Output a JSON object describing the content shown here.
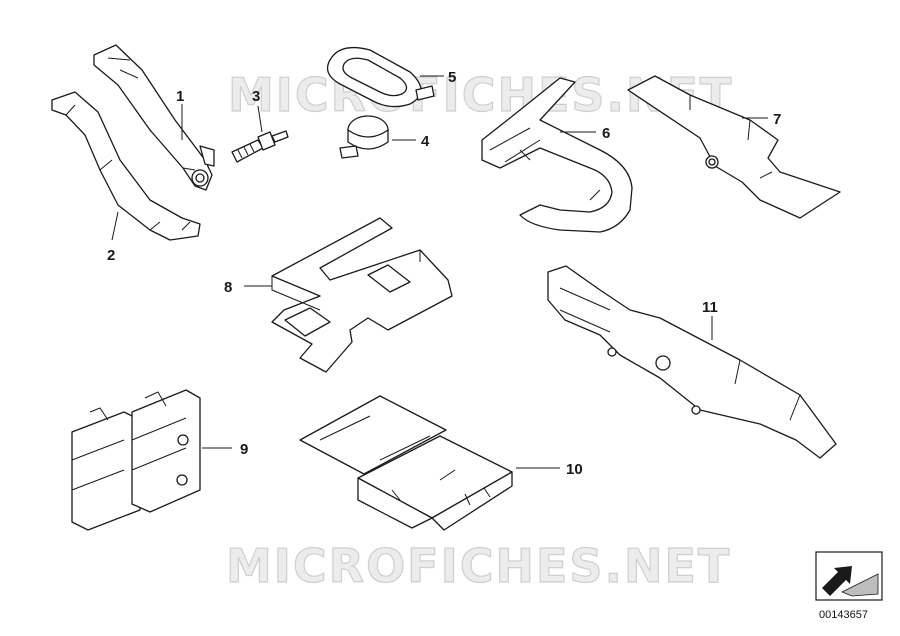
{
  "watermark": {
    "text": "MICROFICHES.NET"
  },
  "callouts": [
    "1",
    "2",
    "3",
    "4",
    "5",
    "6",
    "7",
    "8",
    "9",
    "10",
    "11"
  ],
  "diagram_number": "00143657"
}
